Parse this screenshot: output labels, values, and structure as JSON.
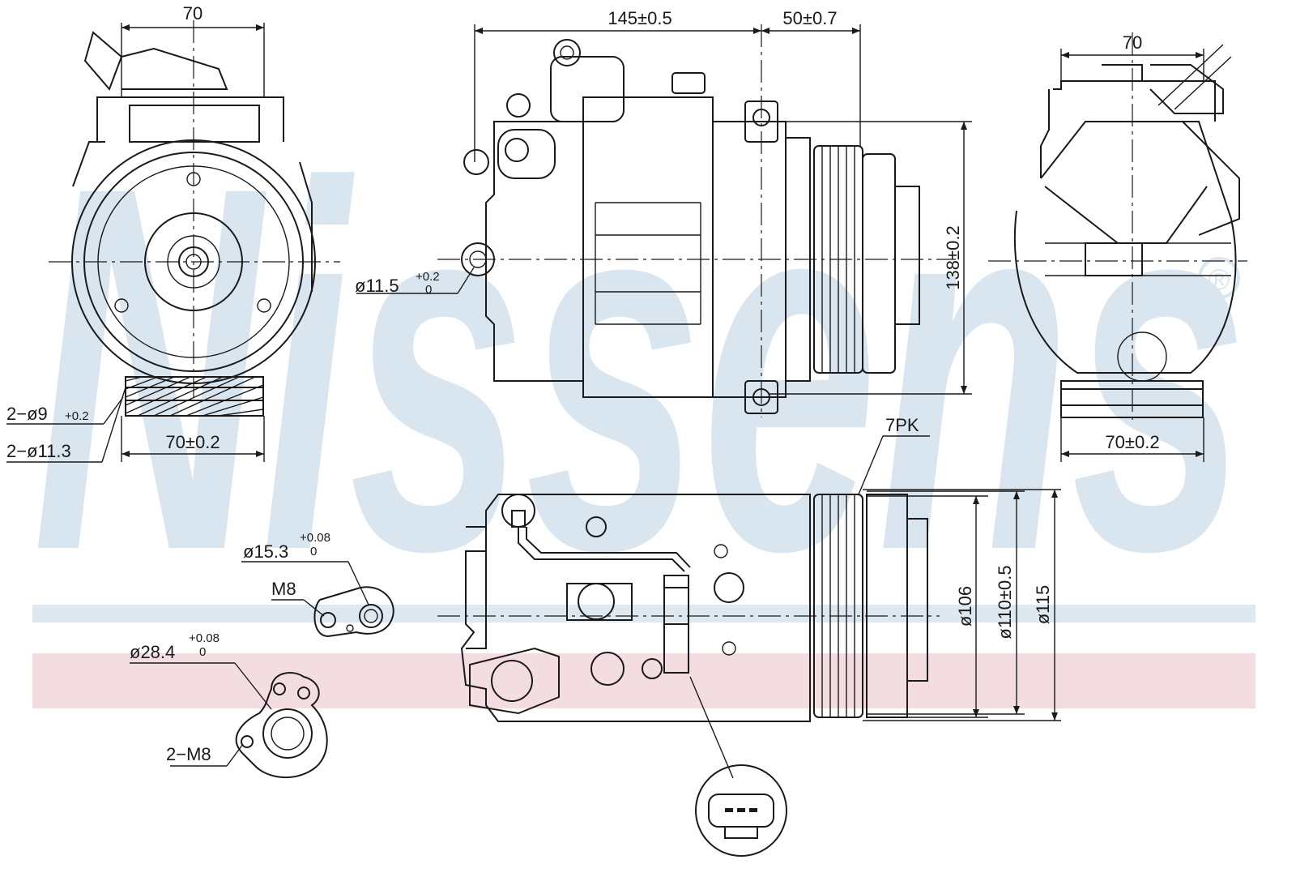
{
  "watermark": {
    "brand_text": "Nissens",
    "registered_mark": "®",
    "band_colors": {
      "blue": "#dde8f1",
      "red": "#f3dde1",
      "letters": "#d9e6f0"
    }
  },
  "dimensions": {
    "left_view_top_width": "70",
    "left_view_bottom_width": "70±0.2",
    "hole_count_small": "2−ø9",
    "hole_tol_small": "+0.2",
    "hole_count_large": "2−ø11.3",
    "front_length": "145±0.5",
    "front_clutch_length": "50±0.7",
    "front_height": "138±0.2",
    "port_diameter": "ø11.5",
    "port_diameter_tol_upper": "+0.2",
    "port_diameter_tol_lower": "0",
    "right_view_top_width": "70",
    "right_view_bottom_width": "70±0.2",
    "belt_type": "7PK",
    "pulley_d1": "ø106",
    "pulley_d2": "ø110±0.5",
    "pulley_d3": "ø115",
    "fitting_small_diameter": "ø15.3",
    "fitting_small_tol_upper": "+0.08",
    "fitting_small_tol_lower": "0",
    "fitting_small_thread": "M8",
    "fitting_large_diameter": "ø28.4",
    "fitting_large_tol_upper": "+0.08",
    "fitting_large_tol_lower": "0",
    "fitting_large_thread": "2−M8"
  }
}
